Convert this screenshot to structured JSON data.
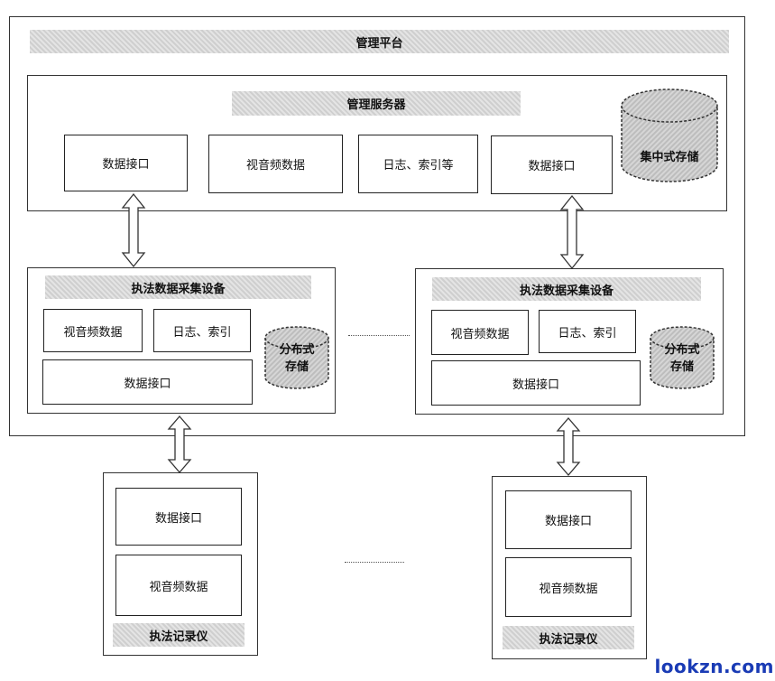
{
  "platform": {
    "title": "管理平台",
    "server": {
      "title": "管理服务器",
      "boxes": [
        "数据接口",
        "视音频数据",
        "日志、索引等",
        "数据接口"
      ],
      "storage": "集中式存储"
    },
    "collectors": [
      {
        "title": "执法数据采集设备",
        "av": "视音频数据",
        "log": "日志、索引",
        "iface": "数据接口",
        "storage_line1": "分布式",
        "storage_line2": "存储"
      },
      {
        "title": "执法数据采集设备",
        "av": "视音频数据",
        "log": "日志、索引",
        "iface": "数据接口",
        "storage_line1": "分布式",
        "storage_line2": "存储"
      }
    ]
  },
  "recorders": [
    {
      "iface": "数据接口",
      "av": "视音频数据",
      "title": "执法记录仪"
    },
    {
      "iface": "数据接口",
      "av": "视音频数据",
      "title": "执法记录仪"
    }
  ],
  "watermark": "lookzn.com"
}
